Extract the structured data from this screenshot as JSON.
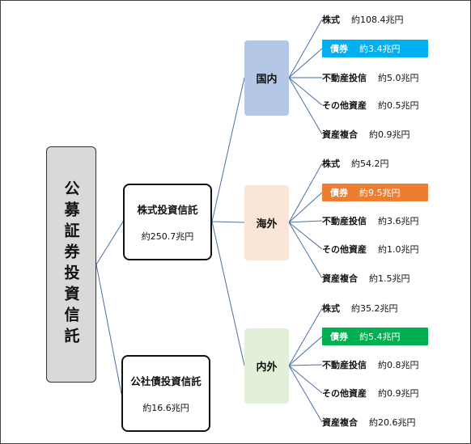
{
  "diagram": {
    "root": {
      "title": "公募証券投資信託"
    },
    "funds": {
      "stock": {
        "name": "株式投資信託",
        "amount": "約250.7兆円"
      },
      "bond": {
        "name": "公社債投資信託",
        "amount": "約16.6兆円"
      }
    },
    "regions": {
      "domestic": {
        "label": "国内",
        "items": [
          {
            "label": "株式",
            "value": "約108.4兆円"
          },
          {
            "label": "債券",
            "value": "約3.4兆円"
          },
          {
            "label": "不動産投信",
            "value": "約5.0兆円"
          },
          {
            "label": "その他資産",
            "value": "約0.5兆円"
          },
          {
            "label": "資産複合",
            "value": "約0.9兆円"
          }
        ]
      },
      "foreign": {
        "label": "海外",
        "items": [
          {
            "label": "株式",
            "value": "約54.2円"
          },
          {
            "label": "債券",
            "value": "約9.5兆円"
          },
          {
            "label": "不動産投信",
            "value": "約3.6兆円"
          },
          {
            "label": "その他資産",
            "value": "約1.0兆円"
          },
          {
            "label": "資産複合",
            "value": "約1.5兆円"
          }
        ]
      },
      "mixed": {
        "label": "内外",
        "items": [
          {
            "label": "株式",
            "value": "約35.2兆円"
          },
          {
            "label": "債券",
            "value": "約5.4兆円"
          },
          {
            "label": "不動産投信",
            "value": "約0.8兆円"
          },
          {
            "label": "その他資産",
            "value": "約0.9兆円"
          },
          {
            "label": "資産複合",
            "value": "約20.6兆円"
          }
        ]
      }
    },
    "colors": {
      "connector": "#4a6fa5",
      "domestic_bond_highlight": "#00b0f0",
      "foreign_bond_highlight": "#ed7d31",
      "mixed_bond_highlight": "#00b050"
    }
  }
}
